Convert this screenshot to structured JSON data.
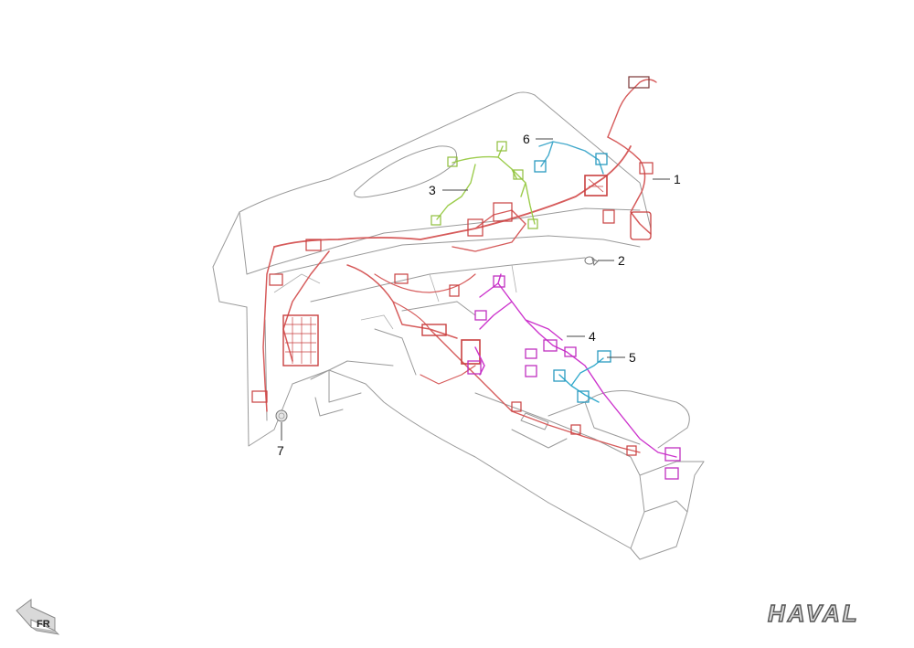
{
  "callouts": [
    {
      "id": "1",
      "label": "1"
    },
    {
      "id": "2",
      "label": "2"
    },
    {
      "id": "3",
      "label": "3"
    },
    {
      "id": "4",
      "label": "4"
    },
    {
      "id": "5",
      "label": "5"
    },
    {
      "id": "6",
      "label": "6"
    },
    {
      "id": "7",
      "label": "7"
    }
  ],
  "direction_indicator": {
    "label": "FR",
    "icon": "arrow-left-icon"
  },
  "brand": {
    "logo_text": "HAVAL"
  },
  "colors": {
    "harness_1_main": "#d65b5b",
    "harness_3": "#9ccc4c",
    "harness_4": "#cc33cc",
    "harness_5": "#33aacc",
    "harness_6": "#44aacc",
    "outline": "#9a9a9a"
  }
}
